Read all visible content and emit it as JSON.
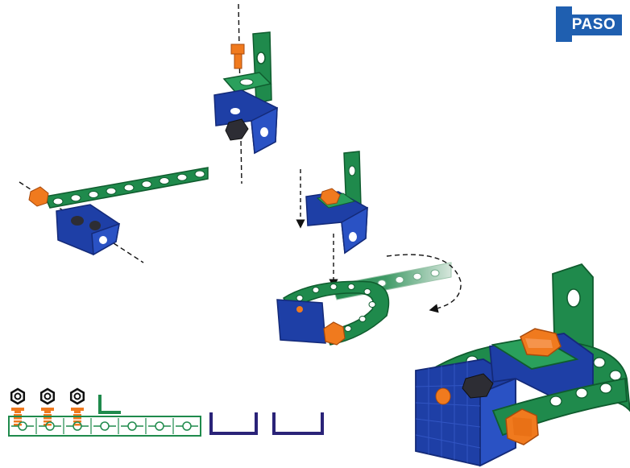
{
  "badge": {
    "label": "PASO",
    "number": ""
  },
  "colors": {
    "blue": "#1e3fa6",
    "blue_dark": "#142a78",
    "green": "#1f8a4c",
    "green_dark": "#0f5c2e",
    "orange": "#f07a1e",
    "dark": "#2d2d34",
    "navy_line": "#2a2378",
    "badge": "#1f5fb0"
  },
  "parts_list": {
    "nuts": 3,
    "bolts": 3,
    "angle_brackets": 1,
    "strip_holes": 7,
    "u_channels": 2
  },
  "icons": [
    "nut-icon",
    "bolt-icon",
    "angle-bracket-icon",
    "perforated-strip-icon",
    "u-channel-icon",
    "rotation-arrow-icon",
    "down-arrow-icon"
  ]
}
